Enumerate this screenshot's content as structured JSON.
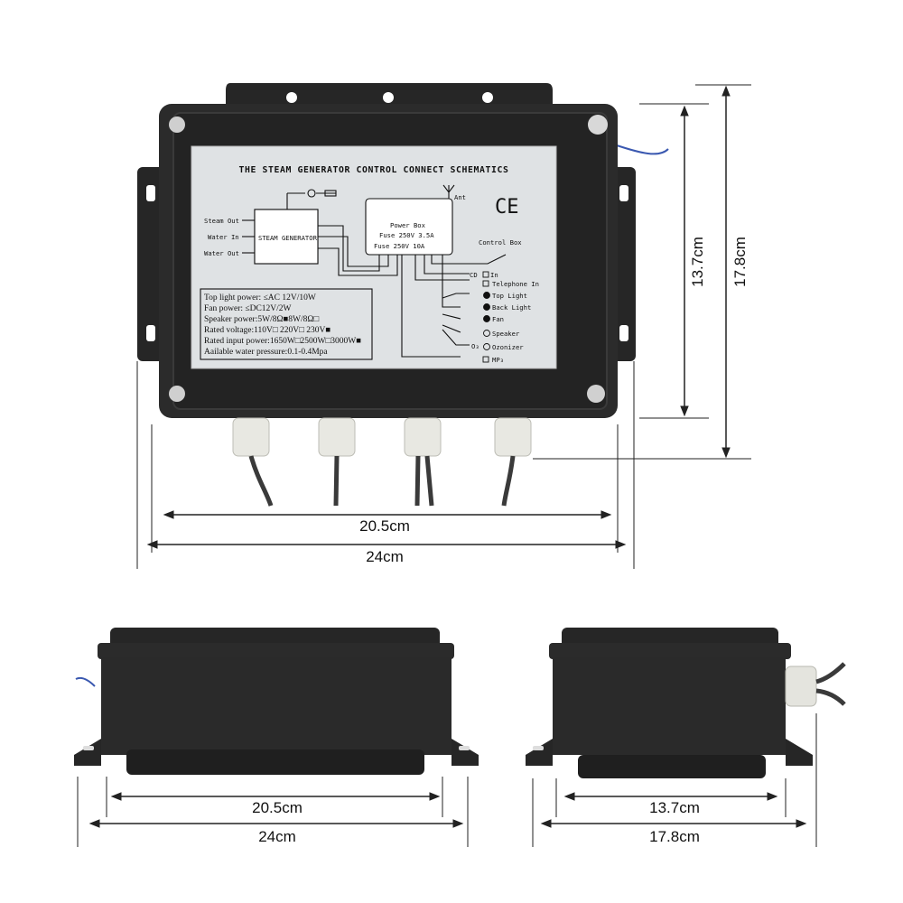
{
  "main_photo": {
    "label_title": "THE STEAM GENERATOR CONTROL CONNECT SCHEMATICS",
    "ce_mark": "CE",
    "ant_label": "Ant",
    "steam_generator_label": "STEAM GENERATOR",
    "power_box_label": "Power Box",
    "power_box_line1": "Fuse 250V 3.5A",
    "power_box_line2": "Fuse 250V 10A",
    "control_box_label": "Control Box",
    "inputs": [
      "Steam Out",
      "Water In",
      "Water Out"
    ],
    "outputs": [
      "CD",
      "In",
      "Telephone In",
      "Top Light",
      "Back Light",
      "Fan",
      "Speaker",
      "O₃",
      "Ozonizer",
      "MP₃"
    ],
    "specs": [
      "Top light power: ≤AC 12V/10W",
      "Fan power: ≤DC12V/2W",
      "Speaker power:5W/8Ω■8W/8Ω□",
      "Rated voltage:110V□ 220V□ 230V■",
      "Rated input power:1650W□2500W□3000W■",
      "Aailable water pressure:0.1-0.4Mpa"
    ],
    "dims": {
      "inner_width": "20.5cm",
      "outer_width": "24cm",
      "inner_height": "13.7cm",
      "outer_height": "17.8cm"
    }
  },
  "side_photo_left": {
    "dims": {
      "inner": "20.5cm",
      "outer": "24cm"
    }
  },
  "side_photo_right": {
    "dims": {
      "inner": "13.7cm",
      "outer": "17.8cm"
    }
  },
  "colors": {
    "box_body": "#2a2a2a",
    "label_bg": "#dfe2e4",
    "gland": "#e8e8e2",
    "wire": "#333333",
    "blue_wire": "#3a58b0"
  }
}
